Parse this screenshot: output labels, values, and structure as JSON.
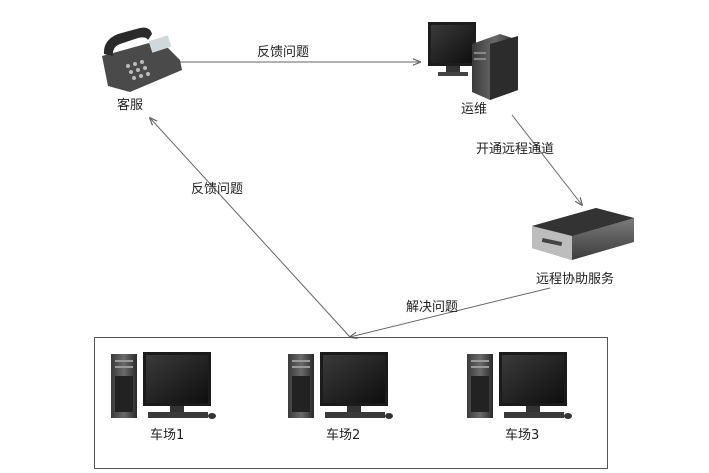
{
  "nodes": {
    "customer_service": "客服",
    "ops": "运维",
    "remote_service": "远程协助服务",
    "lots": [
      "车场1",
      "车场2",
      "车场3"
    ]
  },
  "edges": {
    "cs_to_ops": "反馈问题",
    "ops_to_service": "开通远程通道",
    "lot_to_cs": "反馈问题",
    "service_to_lot": "解决问题"
  }
}
